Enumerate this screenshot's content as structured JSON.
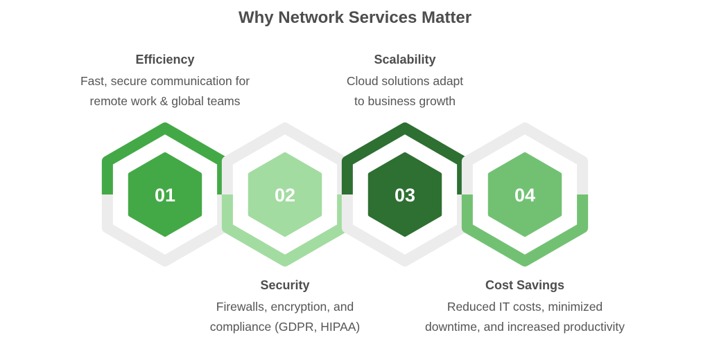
{
  "title": "Why Network Services Matter",
  "steps": [
    {
      "number": "01",
      "heading": "Efficiency",
      "lines": [
        "Fast, secure communication for",
        "remote work & global teams"
      ],
      "color": "#43a946",
      "accent": "#43a946",
      "accent_half": "top"
    },
    {
      "number": "02",
      "heading": "Security",
      "lines": [
        "Firewalls, encryption, and",
        "compliance (GDPR, HIPAA)"
      ],
      "color": "#a3dca1",
      "accent": "#a3dca1",
      "accent_half": "bottom"
    },
    {
      "number": "03",
      "heading": "Scalability",
      "lines": [
        "Cloud solutions adapt",
        "to business growth"
      ],
      "color": "#2e6f32",
      "accent": "#2e6f32",
      "accent_half": "top"
    },
    {
      "number": "04",
      "heading": "Cost Savings",
      "lines": [
        "Reduced IT costs, minimized",
        "downtime, and increased productivity"
      ],
      "color": "#72c173",
      "accent": "#72c173",
      "accent_half": "bottom"
    }
  ],
  "colors": {
    "track": "#ececec",
    "text": "#4d4d4d"
  }
}
